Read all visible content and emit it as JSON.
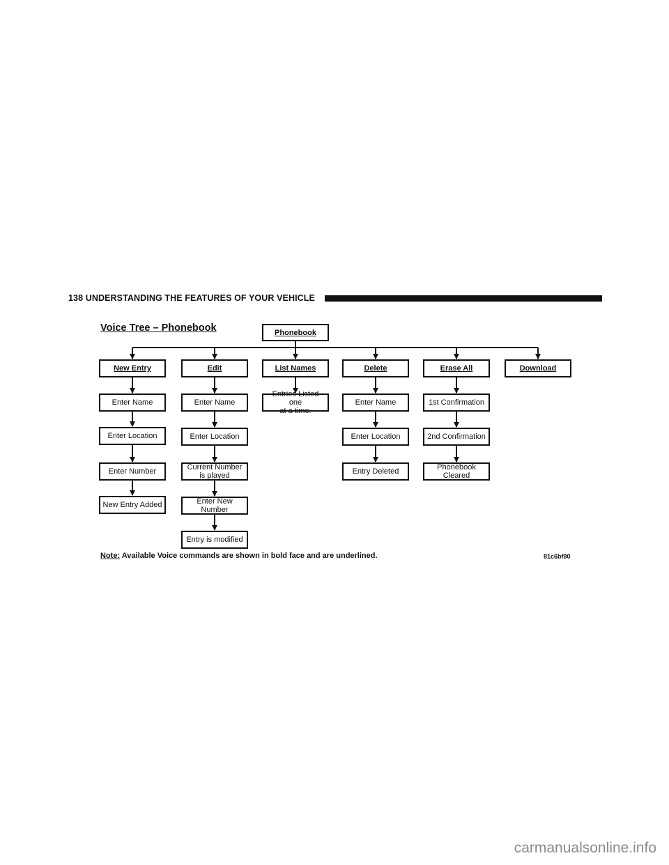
{
  "header": {
    "text": "138  UNDERSTANDING THE FEATURES OF YOUR VEHICLE"
  },
  "diagram": {
    "title": "Voice Tree – Phonebook",
    "root": "Phonebook",
    "columns": [
      {
        "command": "New Entry",
        "steps": [
          "Enter Name",
          "Enter Location",
          "Enter Number",
          "New Entry Added"
        ]
      },
      {
        "command": "Edit",
        "steps": [
          "Enter Name",
          "Enter Location",
          "Current Number\nis played",
          "Enter New\nNumber",
          "Entry is modified"
        ]
      },
      {
        "command": "List Names",
        "steps": [
          "Entries Listed one\nat a time."
        ]
      },
      {
        "command": "Delete",
        "steps": [
          "Enter Name",
          "Enter Location",
          "Entry Deleted"
        ]
      },
      {
        "command": "Erase All",
        "steps": [
          "1st Confirmation",
          "2nd Confirmation",
          "Phonebook\nCleared"
        ]
      },
      {
        "command": "Download",
        "steps": []
      }
    ],
    "note_label": "Note:",
    "note_text": "Available Voice commands are shown in bold face and are underlined.",
    "figure_code": "81c6bf80"
  },
  "watermark": "carmanualsonline.info"
}
